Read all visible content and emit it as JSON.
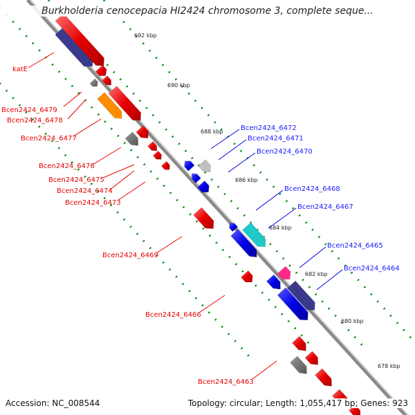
{
  "title": "Burkholderia cenocepacia HI2424 chromosome 3, complete seque...",
  "accession": "Accession: NC_008544",
  "topology": "Topology: circular; Length: 1,055,417 bp; Genes: 923",
  "colors": {
    "forward": "#e60000",
    "reverse": "#0000e6",
    "backbone": "#8a8a8a",
    "gc_dots": "#0a8a0a",
    "navy": "#3a3a8c",
    "orange": "#ff8c00",
    "cyan": "#20c8c8",
    "pink": "#ff2a8a",
    "gray": "#6e6e6e",
    "light_gray": "#c0c0c0"
  },
  "ticks": [
    "692 kbp",
    "690 kbp",
    "688 kbp",
    "686 kbp",
    "684 kbp",
    "682 kbp",
    "680 kbp",
    "678 kbp"
  ],
  "genes_red": [
    {
      "label": "katE"
    },
    {
      "label": "Bcen2424_6479"
    },
    {
      "label": "Bcen2424_6478"
    },
    {
      "label": "Bcen2424_6477"
    },
    {
      "label": "Bcen2424_6476"
    },
    {
      "label": "Bcen2424_6475"
    },
    {
      "label": "Bcen2424_6474"
    },
    {
      "label": "Bcen2424_6473"
    },
    {
      "label": "Bcen2424_6469"
    },
    {
      "label": "Bcen2424_6466"
    },
    {
      "label": "Bcen2424_6463"
    }
  ],
  "genes_blue": [
    {
      "label": "Bcen2424_6472"
    },
    {
      "label": "Bcen2424_6471"
    },
    {
      "label": "Bcen2424_6470"
    },
    {
      "label": "Bcen2424_6468"
    },
    {
      "label": "Bcen2424_6467"
    },
    {
      "label": "Bcen2424_6465"
    },
    {
      "label": "Bcen2424_6464"
    }
  ]
}
